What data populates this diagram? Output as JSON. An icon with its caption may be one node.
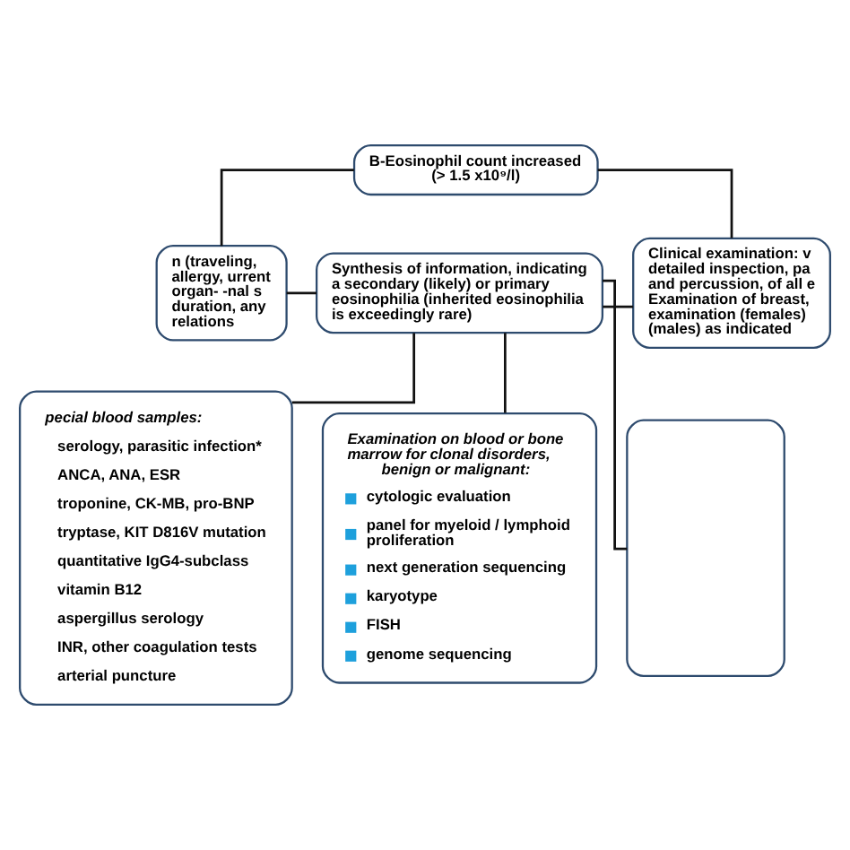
{
  "diagram": {
    "nodes": [
      {
        "text": [
          "B-Eosinophil count increased (> 1.5 x10⁹/l)"
        ]
      },
      {
        "text": [
          "n (traveling, allergy, urrent organ- -nal s duration, any relations"
        ]
      },
      {
        "text": [
          "Synthesis of information, indicating a secondary (likely) or primary eosinophilia (inherited eosinophilia is exceedingly rare)"
        ]
      },
      {
        "text": [
          "Clinical examination: v detailed inspection, pa and percussion, of all e Examination of breast, examination (females) (males) as indicated"
        ]
      },
      {
        "text": [
          "pecial blood samples:",
          "serology, parasitic infection*",
          "ANCA, ANA, ESR",
          "troponine, CK-MB, pro-BNP",
          "tryptase, KIT D816V mutation",
          "quantitative IgG4-subclass",
          "vitamin B12",
          "aspergillus serology",
          "INR, other coagulation tests",
          "arterial puncture"
        ]
      },
      {
        "text": [
          "Examination on blood or bone marrow for clonal disorders, benign or malignant:",
          "cytologic evaluation",
          "panel for myeloid / lymphoid proliferation",
          "next generation sequencing",
          "karyotype",
          "FISH",
          "genome sequencing"
        ]
      },
      {
        "text": [],
        "shape": "box"
      }
    ],
    "edges": [
      {
        "from": 0,
        "to": 1,
        "arrow": "none"
      },
      {
        "from": 0,
        "to": 3,
        "arrow": "none"
      },
      {
        "from": 1,
        "to": 2,
        "arrow": "none"
      },
      {
        "from": 2,
        "to": 3,
        "arrow": "none"
      },
      {
        "from": 2,
        "to": 4,
        "arrow": "none"
      },
      {
        "from": 2,
        "to": 5,
        "arrow": "none"
      },
      {
        "from": 2,
        "to": 6,
        "arrow": "none"
      }
    ]
  }
}
